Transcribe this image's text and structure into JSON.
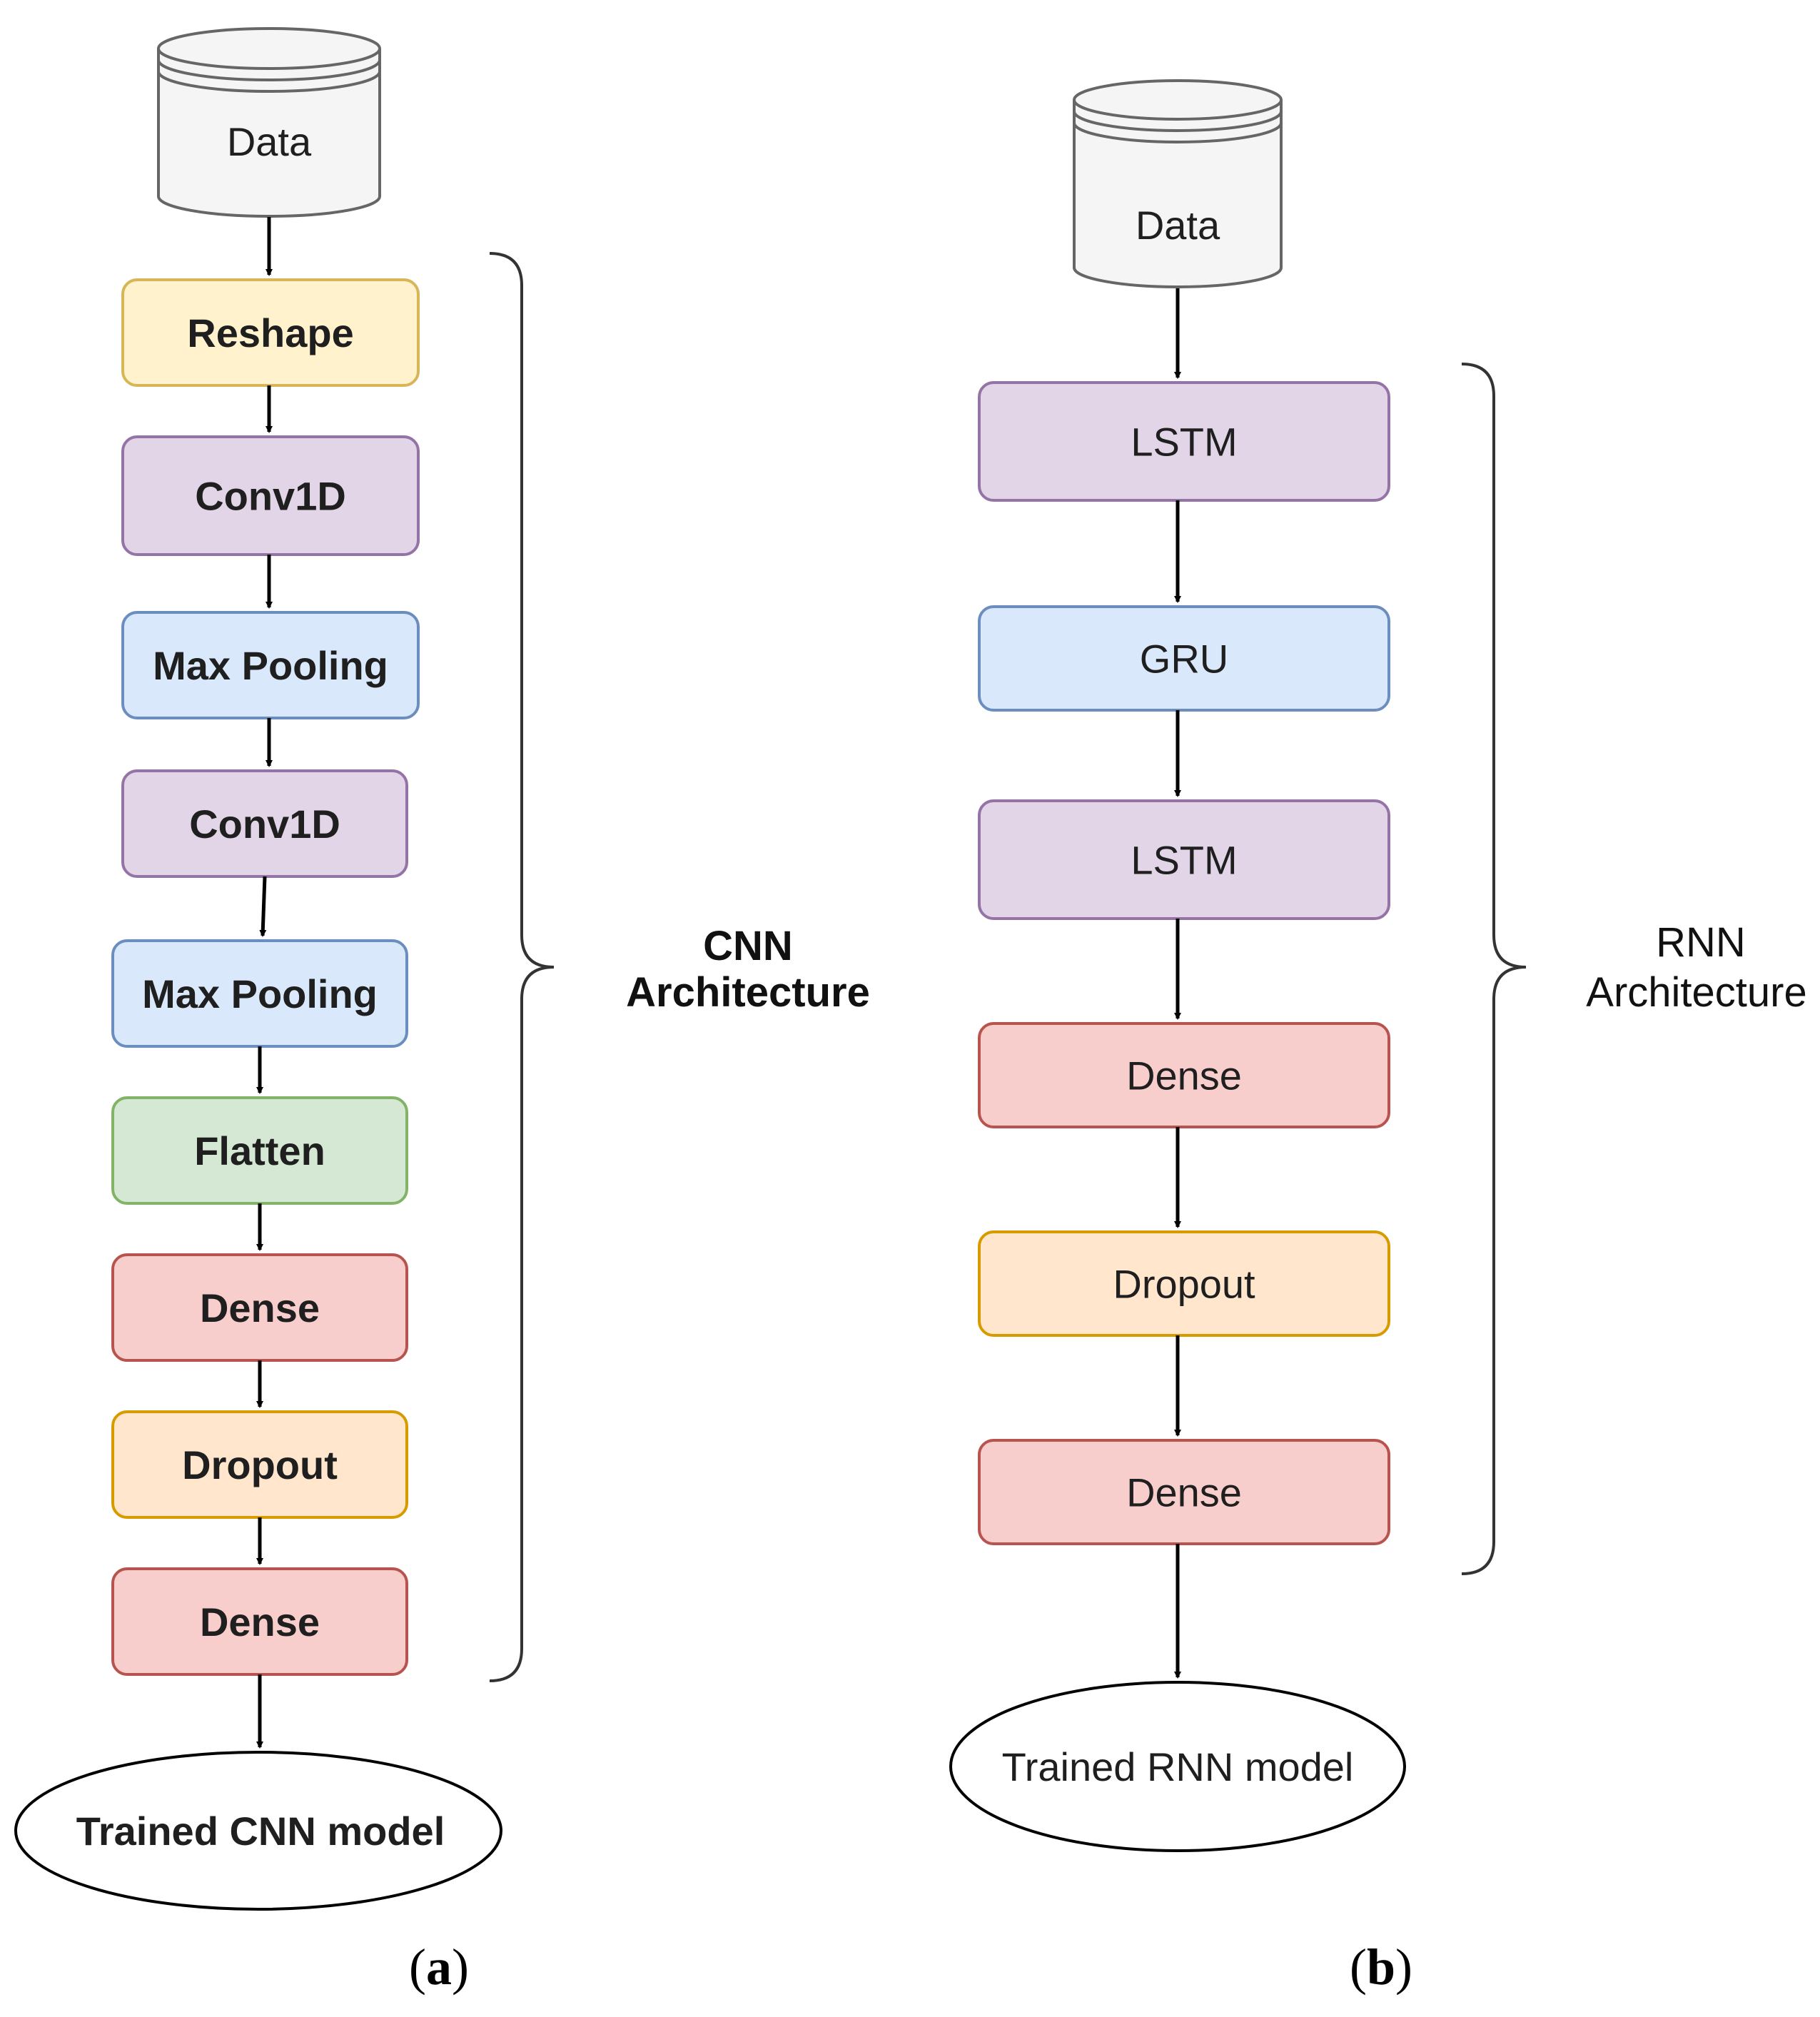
{
  "diagram": {
    "left": {
      "data_label": "Data",
      "layers": [
        {
          "label": "Reshape",
          "fill": "#fff2cc",
          "stroke": "#d6b656"
        },
        {
          "label": "Conv1D",
          "fill": "#e1d5e7",
          "stroke": "#9673a6"
        },
        {
          "label": "Max Pooling",
          "fill": "#dae8fc",
          "stroke": "#6c8ebf"
        },
        {
          "label": "Conv1D",
          "fill": "#e1d5e7",
          "stroke": "#9673a6"
        },
        {
          "label": "Max Pooling",
          "fill": "#dae8fc",
          "stroke": "#6c8ebf"
        },
        {
          "label": "Flatten",
          "fill": "#d5e8d4",
          "stroke": "#82b366"
        },
        {
          "label": "Dense",
          "fill": "#f8cecc",
          "stroke": "#b85450"
        },
        {
          "label": "Dropout",
          "fill": "#ffe6cc",
          "stroke": "#d79b00"
        },
        {
          "label": "Dense",
          "fill": "#f8cecc",
          "stroke": "#b85450"
        }
      ],
      "arch_label_line1": "CNN",
      "arch_label_line2": "Architecture",
      "output_label": "Trained CNN model",
      "panel_label": "a"
    },
    "right": {
      "data_label": "Data",
      "layers": [
        {
          "label": "LSTM",
          "fill": "#e1d5e7",
          "stroke": "#9673a6"
        },
        {
          "label": "GRU",
          "fill": "#dae8fc",
          "stroke": "#6c8ebf"
        },
        {
          "label": "LSTM",
          "fill": "#e1d5e7",
          "stroke": "#9673a6"
        },
        {
          "label": "Dense",
          "fill": "#f8cecc",
          "stroke": "#b85450"
        },
        {
          "label": "Dropout",
          "fill": "#ffe6cc",
          "stroke": "#d79b00"
        },
        {
          "label": "Dense",
          "fill": "#f8cecc",
          "stroke": "#b85450"
        }
      ],
      "arch_label_line1": "RNN",
      "arch_label_line2": "Architecture",
      "output_label": "Trained RNN model",
      "panel_label": "b"
    },
    "colors": {
      "cylinder_fill": "#f5f5f5",
      "cylinder_stroke": "#666666",
      "arrow": "#000000"
    }
  }
}
